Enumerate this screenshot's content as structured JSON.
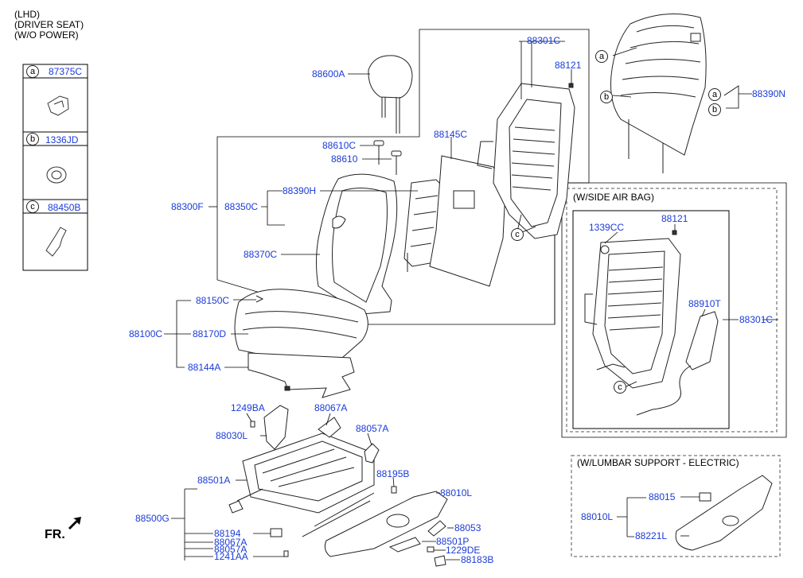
{
  "header": {
    "line1": "(LHD)",
    "line2": "(DRIVER SEAT)",
    "line3": "(W/O POWER)"
  },
  "legend": [
    {
      "letter": "a",
      "part": "87375C"
    },
    {
      "letter": "b",
      "part": "1336JD"
    },
    {
      "letter": "c",
      "part": "88450B"
    }
  ],
  "sections": {
    "side_air_bag": "(W/SIDE AIR BAG)",
    "lumbar": "(W/LUMBAR SUPPORT - ELECTRIC)"
  },
  "direction": {
    "label": "FR."
  },
  "callout_letters": {
    "a": "a",
    "b": "b",
    "c": "c"
  },
  "parts": {
    "p88600A": "88600A",
    "p88610C": "88610C",
    "p88610": "88610",
    "p88145C": "88145C",
    "p88301C_top": "88301C",
    "p88121_top": "88121",
    "p88390N": "88390N",
    "p88300F": "88300F",
    "p88350C": "88350C",
    "p88390H": "88390H",
    "p88370C": "88370C",
    "p88150C": "88150C",
    "p88100C": "88100C",
    "p88170D": "88170D",
    "p88144A": "88144A",
    "p1339CC": "1339CC",
    "p88121_ab": "88121",
    "p88910T": "88910T",
    "p88301C_ab": "88301C",
    "p1249BA": "1249BA",
    "p88067A_top": "88067A",
    "p88030L": "88030L",
    "p88057A_top": "88057A",
    "p88501A": "88501A",
    "p88195B": "88195B",
    "p88010L": "88010L",
    "p88500G": "88500G",
    "p88194": "88194",
    "p88067A_bot": "88067A",
    "p88057A_bot": "88057A",
    "p1241AA": "1241AA",
    "p88053": "88053",
    "p88501P": "88501P",
    "p1229DE": "1229DE",
    "p88183B": "88183B",
    "p88015": "88015",
    "p88010L_lumbar": "88010L",
    "p88221L": "88221L"
  }
}
